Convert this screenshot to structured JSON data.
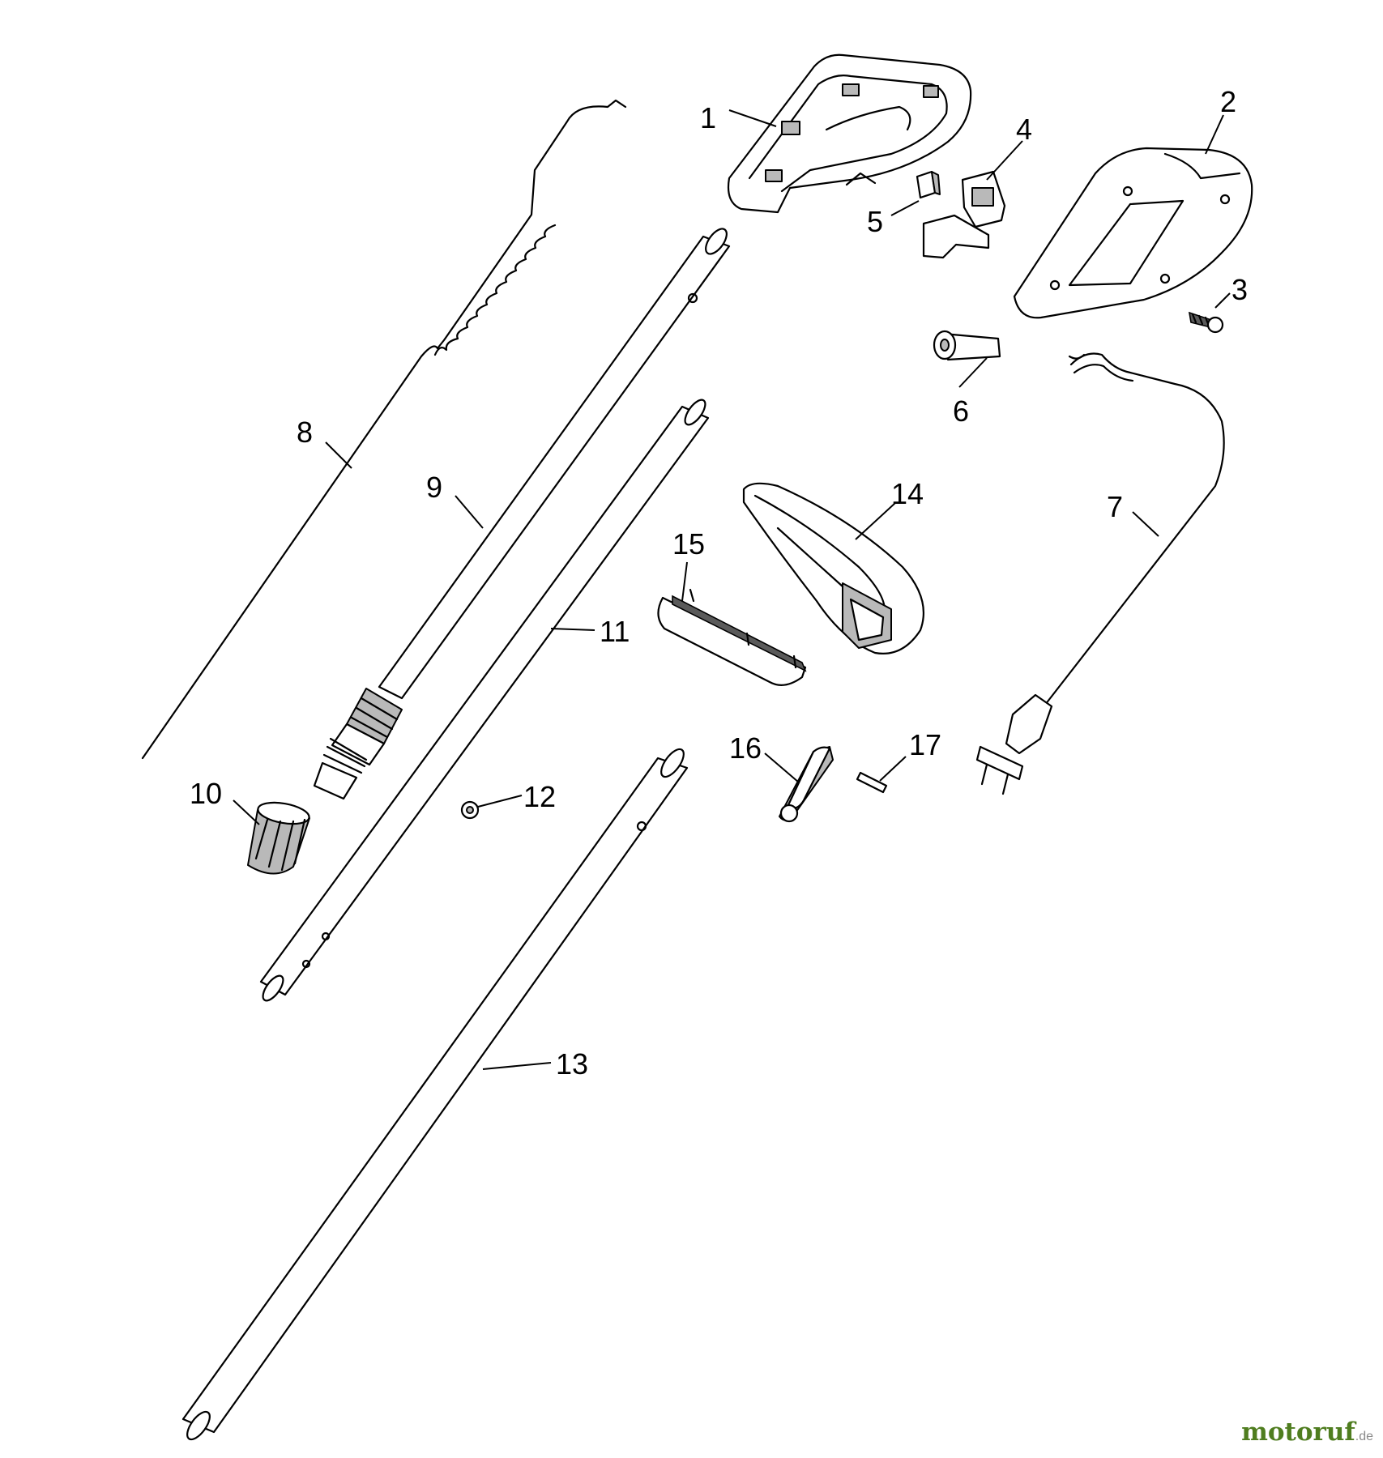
{
  "diagram": {
    "parts": [
      {
        "number": "1"
      },
      {
        "number": "2"
      },
      {
        "number": "3"
      },
      {
        "number": "4"
      },
      {
        "number": "5"
      },
      {
        "number": "6"
      },
      {
        "number": "7"
      },
      {
        "number": "8"
      },
      {
        "number": "9"
      },
      {
        "number": "10"
      },
      {
        "number": "11"
      },
      {
        "number": "12"
      },
      {
        "number": "13"
      },
      {
        "number": "14"
      },
      {
        "number": "15"
      },
      {
        "number": "16"
      },
      {
        "number": "17"
      }
    ]
  },
  "watermark": {
    "main": "motoruf",
    "suffix": ".de"
  }
}
